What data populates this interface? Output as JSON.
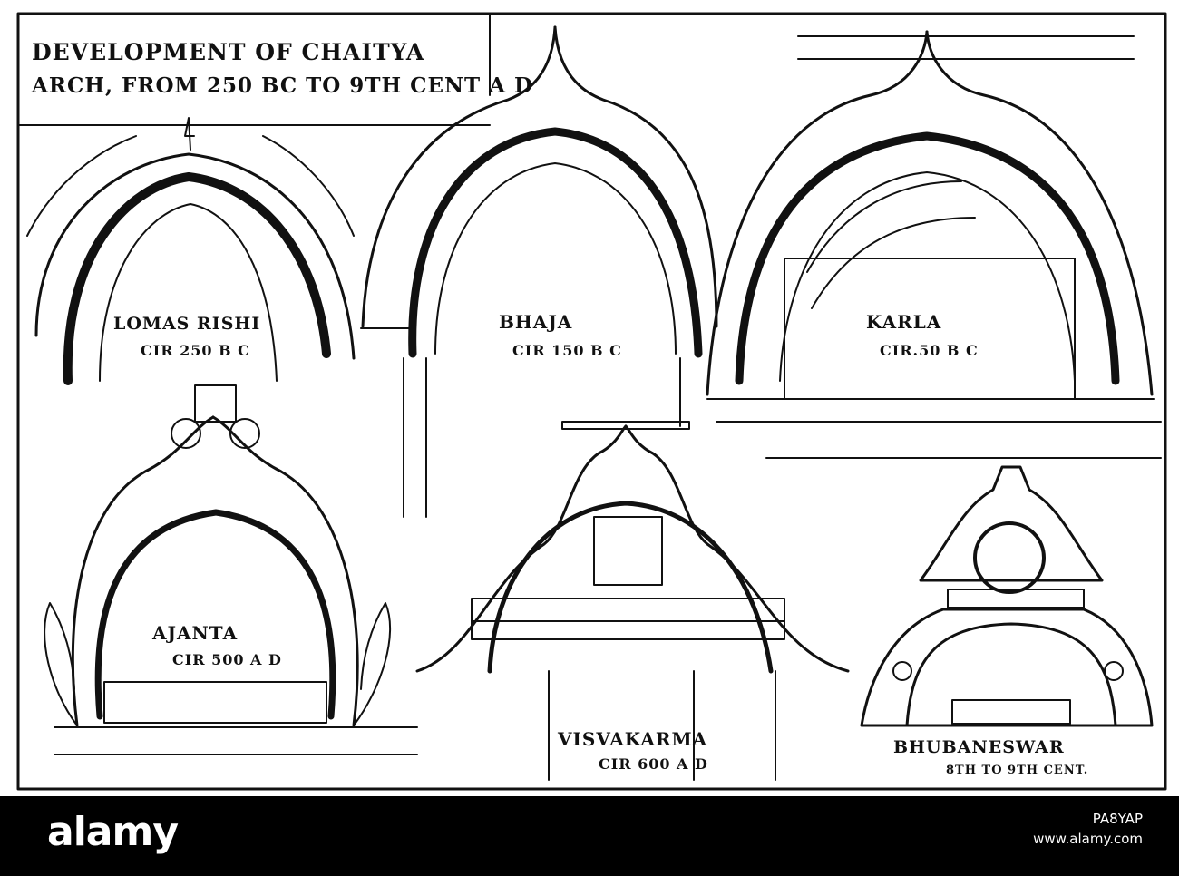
{
  "plate": {
    "title_line1": "DEVELOPMENT OF CHAITYA",
    "title_line2": "ARCH, FROM 250 BC TO 9TH CENT A D",
    "arches": [
      {
        "name": "LOMAS RISHI",
        "date": "CIR 250 B C"
      },
      {
        "name": "BHAJA",
        "date": "CIR 150 B C"
      },
      {
        "name": "KARLA",
        "date": "CIR.50 B C"
      },
      {
        "name": "AJANTA",
        "date": "CIR 500 A D"
      },
      {
        "name": "VISVAKARMA",
        "date": "CIR 600 A D"
      },
      {
        "name": "BHUBANESWAR",
        "date": "8TH TO 9TH CENT."
      }
    ]
  },
  "footer": {
    "logo": "alamy",
    "image_id": "PA8YAP",
    "site": "www.alamy.com"
  }
}
